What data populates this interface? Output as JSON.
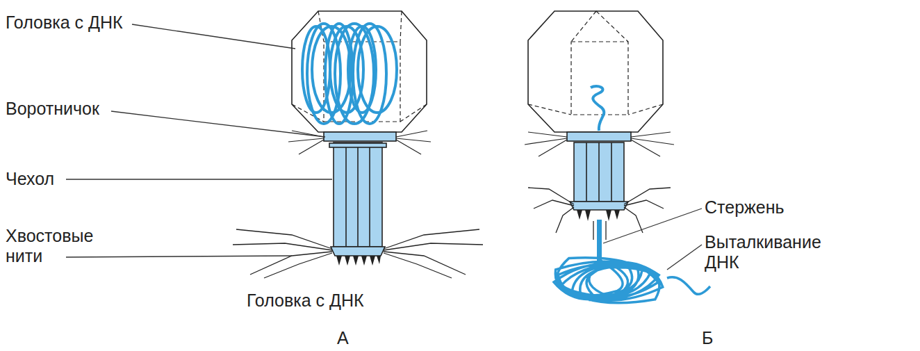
{
  "diagram": {
    "labels": [
      "Головка с ДНК",
      "Воротничок",
      "Чехол",
      "Хвостовые нити",
      "Головка с ДНК",
      "Стержень",
      "Выталкивание ДНК",
      "А",
      "Б"
    ]
  }
}
